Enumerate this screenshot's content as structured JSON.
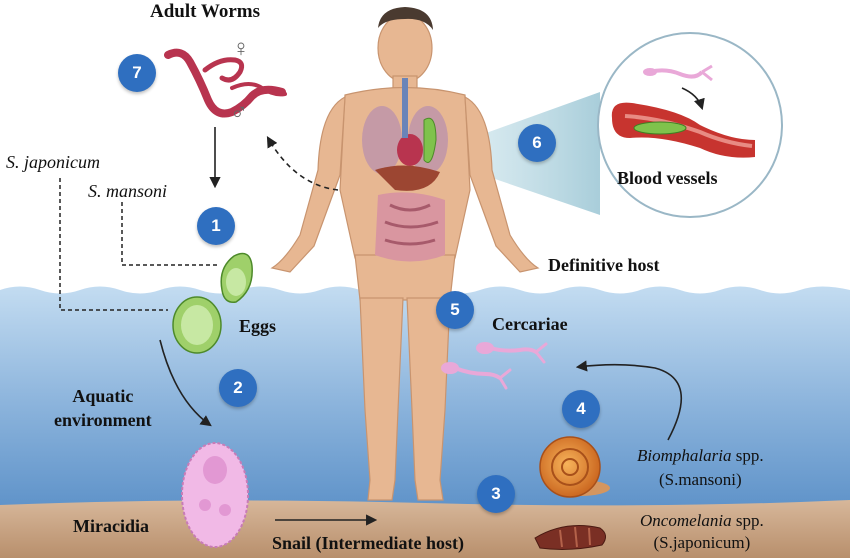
{
  "labels": {
    "adult_worms": "Adult Worms",
    "japonicum": "S. japonicum",
    "mansoni": "S. mansoni",
    "eggs": "Eggs",
    "aquatic_line1": "Aquatic",
    "aquatic_line2": "environment",
    "miracidia": "Miracidia",
    "snail_host": "Snail (Intermediate host)",
    "cercariae": "Cercariae",
    "blood_vessels": "Blood vessels",
    "definitive_host": "Definitive host",
    "biomphalaria_genus": "Biomphalaria",
    "biomphalaria_spp": " spp.",
    "biomphalaria_species": "(S.mansoni)",
    "oncomelania_genus": "Oncomelania",
    "oncomelania_spp": " spp.",
    "oncomelania_species": "(S.japonicum)"
  },
  "steps": [
    "1",
    "2",
    "3",
    "4",
    "5",
    "6",
    "7"
  ],
  "symbols": {
    "female": "♀",
    "male": "♂"
  },
  "colors": {
    "badge": "#2f6fc0",
    "water_top": "#b9d6ee",
    "water_bottom": "#5e93c9",
    "sediment": "#c9a88a",
    "skin": "#e9b894",
    "worm": "#b8344f",
    "egg": "#7fc24c",
    "larva": "#e9a8d8"
  }
}
